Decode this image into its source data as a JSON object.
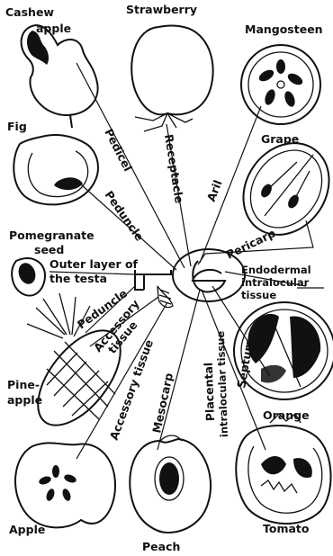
{
  "fruits": {
    "cashew_line1": "Cashew",
    "cashew_line2": "apple",
    "strawberry": "Strawberry",
    "mangosteen": "Mangosteen",
    "fig": "Fig",
    "grape": "Grape",
    "pomegranate_line1": "Pomegranate",
    "pomegranate_line2": "seed",
    "pineapple_line1": "Pine-",
    "pineapple_line2": "apple",
    "orange": "Orange",
    "apple": "Apple",
    "peach": "Peach",
    "tomato": "Tomato"
  },
  "tissues": {
    "pedicel": "Pedicel",
    "receptacle": "Receptacle",
    "aril": "Aril",
    "peduncle_fig": "Peduncle",
    "pericarp": "Pericarp",
    "outer_testa_line1": "Outer layer of",
    "outer_testa_line2": "the testa",
    "endodermal_line1": "Endodermal",
    "endodermal_line2": "intralocular",
    "endodermal_line3": "tissue",
    "peduncle_pineapple": "Peduncle",
    "accessory_tissue_line1": "Accessory",
    "accessory_tissue_line2": "tissue",
    "accessory_tissue_apple": "Accessory tissue",
    "mesocarp": "Mesocarp",
    "placental_line1": "Placental",
    "placental_line2": "intralocular tissue",
    "septum": "Septum"
  }
}
